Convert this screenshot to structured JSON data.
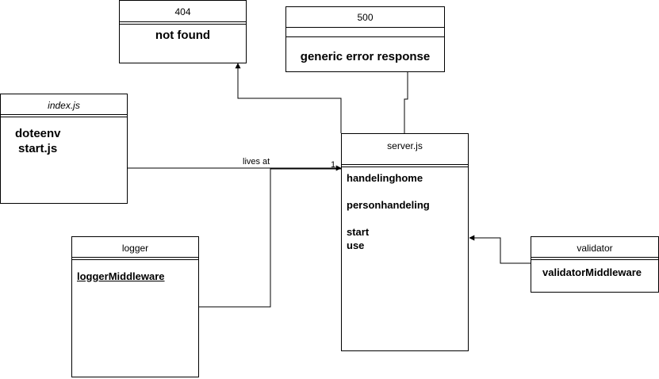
{
  "boxes": {
    "notfound": {
      "title": "404",
      "body": "not found"
    },
    "error500": {
      "title": "500",
      "body": "generic error response"
    },
    "index": {
      "title": "index.js",
      "lines": [
        "doteenv",
        "start.js"
      ]
    },
    "server": {
      "title": "server.js",
      "lines": [
        "handelinghome",
        "personhandeling",
        "start",
        "use"
      ]
    },
    "logger": {
      "title": "logger",
      "body": "loggerMiddleware"
    },
    "validator": {
      "title": "validator",
      "body": "validatorMiddleware"
    }
  },
  "edges": {
    "index_to_server": {
      "label": "lives at",
      "multiplicity": "1"
    }
  }
}
